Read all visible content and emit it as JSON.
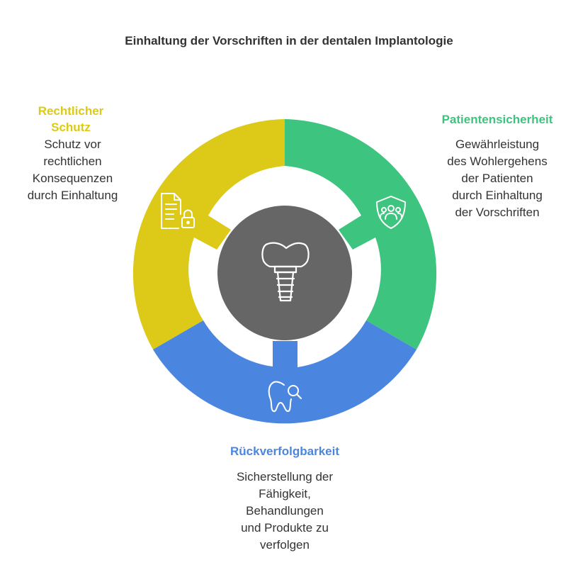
{
  "title": "Einhaltung der Vorschriften in der dentalen Implantologie",
  "center": {
    "icon": "dental-implant-icon",
    "color": "#666666"
  },
  "segments": [
    {
      "key": "legal",
      "title": "Rechtlicher Schutz",
      "title_lines": [
        "Rechtlicher",
        "Schutz"
      ],
      "description_lines": [
        "Schutz vor",
        "rechtlichen",
        "Konsequenzen",
        "durch Einhaltung"
      ],
      "color": "#DDC918",
      "icon": "document-lock-icon"
    },
    {
      "key": "patient",
      "title": "Patientensicherheit",
      "title_lines": [
        "Patientensicherheit"
      ],
      "description_lines": [
        "Gewährleistung",
        "des Wohlergehens",
        "der Patienten",
        "durch Einhaltung",
        "der Vorschriften"
      ],
      "color": "#3DC47E",
      "icon": "patient-group-shield-icon"
    },
    {
      "key": "trace",
      "title": "Rückverfolgbarkeit",
      "title_lines": [
        "Rückverfolgbarkeit"
      ],
      "description_lines": [
        "Sicherstellung der",
        "Fähigkeit,",
        "Behandlungen",
        "und Produkte zu",
        "verfolgen"
      ],
      "color": "#4A86E0",
      "icon": "tooth-search-icon"
    }
  ]
}
